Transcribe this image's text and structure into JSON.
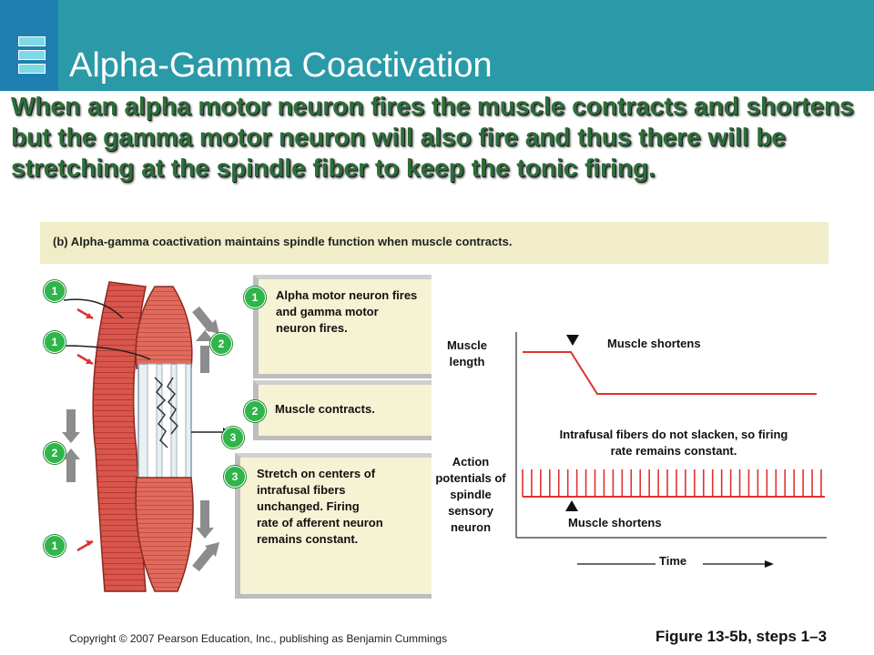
{
  "slide": {
    "title": "Alpha-Gamma Coactivation",
    "headline": "When an alpha motor neuron fires the muscle contracts and shortens but the gamma motor neuron will also fire and thus there will be stretching at the spindle fiber to keep the tonic firing."
  },
  "figure": {
    "caption": "(b)    Alpha-gamma coactivation maintains spindle function when muscle contracts.",
    "steps": [
      {
        "number": "1",
        "text": "Alpha motor neuron fires and gamma motor neuron fires."
      },
      {
        "number": "2",
        "text": "Muscle contracts."
      },
      {
        "number": "3",
        "text": "Stretch on centers of intrafusal fibers unchanged. Firing rate of afferent neuron remains constant."
      }
    ],
    "diagram_badges": [
      "1",
      "1",
      "2",
      "3",
      "2",
      "1"
    ],
    "graph": {
      "muscle_length_label": "Muscle length",
      "action_potentials_label": "Action potentials of spindle sensory neuron",
      "muscle_shortens_top": "Muscle shortens",
      "intrafusal_note": "Intrafusal fibers do not slacken, so firing rate remains constant.",
      "muscle_shortens_bottom": "Muscle shortens",
      "time_label": "Time",
      "spike_count": 34,
      "line_color": "#e0322d"
    }
  },
  "footer": {
    "copyright": "Copyright © 2007 Pearson Education, Inc., publishing as Benjamin Cummings",
    "figure_ref": "Figure 13-5b, steps 1–3"
  }
}
